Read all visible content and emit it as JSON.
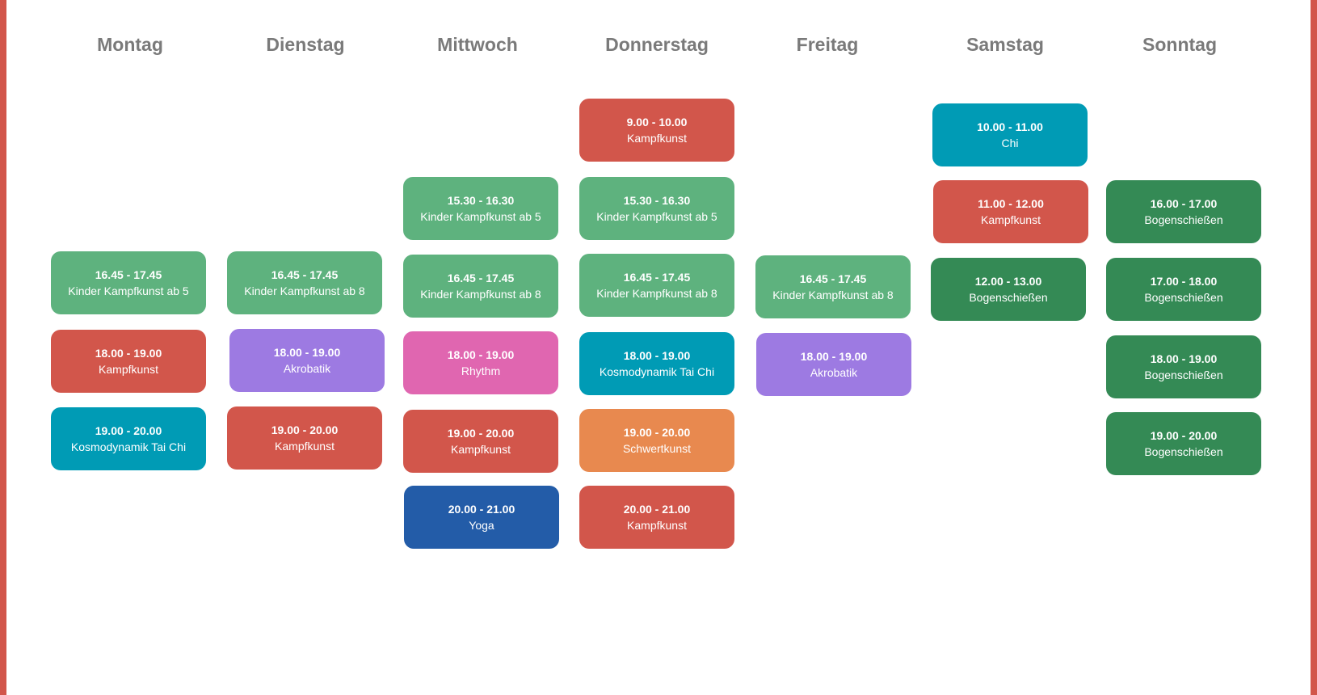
{
  "days": [
    "Montag",
    "Dienstag",
    "Mittwoch",
    "Donnerstag",
    "Freitag",
    "Samstag",
    "Sonntag"
  ],
  "colors": {
    "frame": "#d2564b",
    "header": "#7a7a7a",
    "red": "#d2564b",
    "lightgreen": "#5eb27e",
    "darkgreen": "#348a55",
    "teal": "#009bb5",
    "purple": "#9d7ae2",
    "pink": "#e066b0",
    "orange": "#e8894f",
    "blue": "#235ca8"
  },
  "sessions": {
    "montag": [
      {
        "time": "16.45 - 17.45",
        "name": "Kinder Kampfkunst ab 5"
      },
      {
        "time": "18.00 - 19.00",
        "name": "Kampfkunst"
      },
      {
        "time": "19.00 - 20.00",
        "name": "Kosmodynamik Tai Chi"
      }
    ],
    "dienstag": [
      {
        "time": "16.45 - 17.45",
        "name": "Kinder Kampfkunst ab 8"
      },
      {
        "time": "18.00 - 19.00",
        "name": "Akrobatik"
      },
      {
        "time": "19.00 - 20.00",
        "name": "Kampfkunst"
      }
    ],
    "mittwoch": [
      {
        "time": "15.30 - 16.30",
        "name": "Kinder Kampfkunst ab 5"
      },
      {
        "time": "16.45 - 17.45",
        "name": "Kinder Kampfkunst ab 8"
      },
      {
        "time": "18.00 - 19.00",
        "name": "Rhythm"
      },
      {
        "time": "19.00 - 20.00",
        "name": "Kampfkunst"
      },
      {
        "time": "20.00 - 21.00",
        "name": "Yoga"
      }
    ],
    "donnerstag": [
      {
        "time": "9.00 - 10.00",
        "name": "Kampfkunst"
      },
      {
        "time": "15.30 - 16.30",
        "name": "Kinder Kampfkunst ab 5"
      },
      {
        "time": "16.45 - 17.45",
        "name": "Kinder Kampfkunst ab 8"
      },
      {
        "time": "18.00 - 19.00",
        "name": "Kosmodynamik Tai Chi"
      },
      {
        "time": "19.00 - 20.00",
        "name": "Schwertkunst"
      },
      {
        "time": "20.00 - 21.00",
        "name": "Kampfkunst"
      }
    ],
    "freitag": [
      {
        "time": "16.45 - 17.45",
        "name": "Kinder Kampfkunst ab 8"
      },
      {
        "time": "18.00 - 19.00",
        "name": "Akrobatik"
      }
    ],
    "samstag": [
      {
        "time": "10.00 - 11.00",
        "name": "Chi"
      },
      {
        "time": "11.00 - 12.00",
        "name": "Kampfkunst"
      },
      {
        "time": "12.00 - 13.00",
        "name": "Bogenschießen"
      }
    ],
    "sonntag": [
      {
        "time": "16.00 - 17.00",
        "name": "Bogenschießen"
      },
      {
        "time": "17.00 - 18.00",
        "name": "Bogenschießen"
      },
      {
        "time": "18.00 - 19.00",
        "name": "Bogenschießen"
      },
      {
        "time": "19.00 - 20.00",
        "name": "Bogenschießen"
      }
    ]
  }
}
